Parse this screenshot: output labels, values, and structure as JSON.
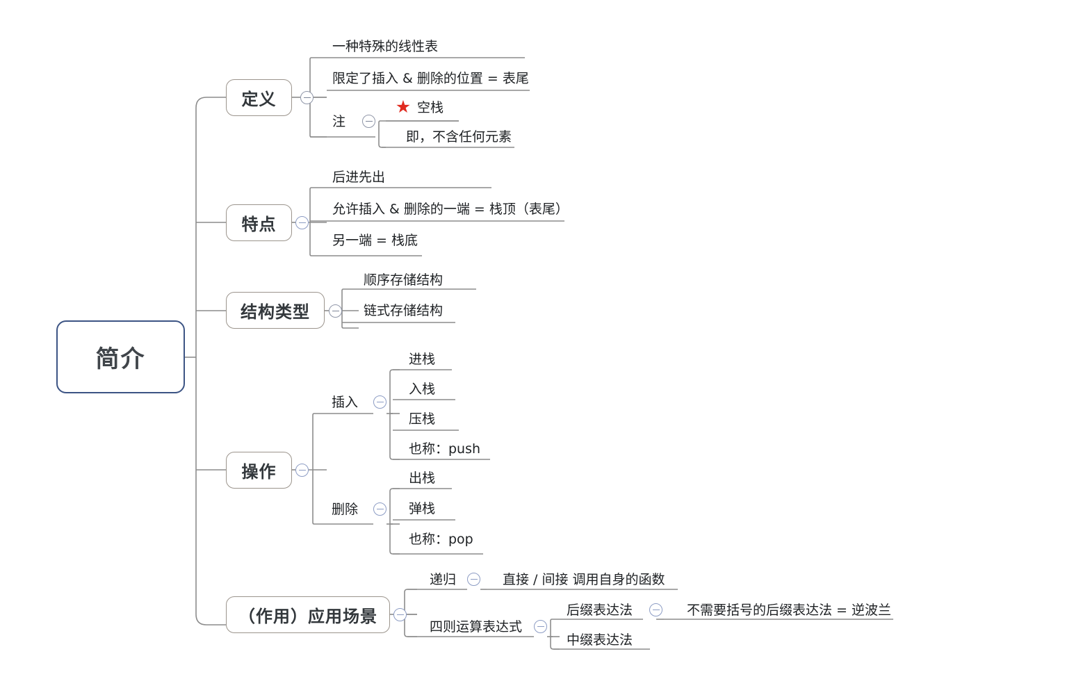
{
  "diagram": {
    "type": "mindmap",
    "title": "简介",
    "orientation": "left-to-right",
    "theme": {
      "root_border": "#3c5484",
      "node_border": "#9b948c",
      "connector": "#8c8c8c",
      "text": "#1d2023",
      "star": "#e02b20",
      "toggle_border": "#8c9cc4",
      "background": "#ffffff"
    }
  },
  "root": {
    "label": "简介"
  },
  "branches": [
    {
      "label": "定义",
      "toggle": "collapse-minus",
      "children": [
        {
          "label": "一种特殊的线性表"
        },
        {
          "label": "限定了插入 & 删除的位置 = 表尾"
        },
        {
          "label": "注",
          "toggle": "collapse-minus",
          "children": [
            {
              "label": "空栈",
              "icon": "red-star-icon"
            },
            {
              "label": "即，不含任何元素"
            }
          ]
        }
      ]
    },
    {
      "label": "特点",
      "toggle": "collapse-minus",
      "children": [
        {
          "label": "后进先出"
        },
        {
          "label": "允许插入 & 删除的一端 = 栈顶（表尾）"
        },
        {
          "label": "另一端 = 栈底"
        }
      ]
    },
    {
      "label": "结构类型",
      "toggle": "collapse-minus",
      "children": [
        {
          "label": "顺序存储结构"
        },
        {
          "label": "链式存储结构"
        }
      ]
    },
    {
      "label": "操作",
      "toggle": "collapse-minus",
      "children": [
        {
          "label": "插入",
          "toggle": "collapse-minus",
          "children": [
            {
              "label": "进栈"
            },
            {
              "label": "入栈"
            },
            {
              "label": "压栈"
            },
            {
              "label": "也称：push"
            }
          ]
        },
        {
          "label": "删除",
          "toggle": "collapse-minus",
          "children": [
            {
              "label": "出栈"
            },
            {
              "label": "弹栈"
            },
            {
              "label": "也称：pop"
            }
          ]
        }
      ]
    },
    {
      "label": "（作用）应用场景",
      "toggle": "collapse-minus",
      "children": [
        {
          "label": "递归",
          "toggle": "collapse-minus",
          "children": [
            {
              "label": "直接 / 间接 调用自身的函数"
            }
          ]
        },
        {
          "label": "四则运算表达式",
          "toggle": "collapse-minus",
          "children": [
            {
              "label": "后缀表达法",
              "toggle": "collapse-minus",
              "children": [
                {
                  "label": "不需要括号的后缀表达法 = 逆波兰"
                }
              ]
            },
            {
              "label": "中缀表达法"
            }
          ]
        }
      ]
    }
  ],
  "icons": {
    "star": "★",
    "minus": "−"
  }
}
